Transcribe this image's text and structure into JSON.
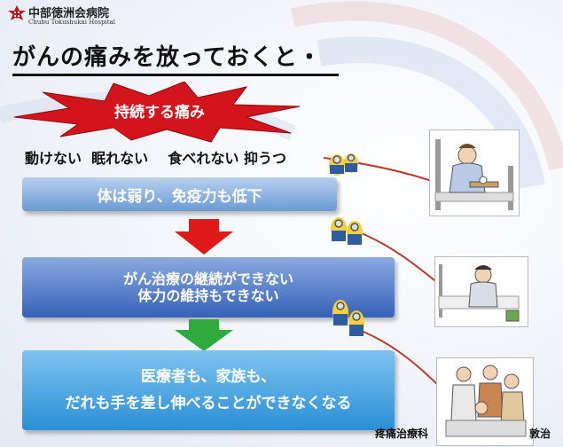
{
  "hospital": {
    "name": "中部徳洲会病院",
    "subtitle": "Chubu Tokushukai Hospital"
  },
  "title": "がんの痛みを放っておくと・",
  "burst_text": "持続する痛み",
  "symptoms": "動けない  眠れない    食べれない 抑うつ",
  "boxes": {
    "box1": "体は弱り、免疫力も低下",
    "box2_line1": "がん治療の継続ができない",
    "box2_line2": "体力の維持もできない",
    "box3_line1": "医療者も、家族も、",
    "box3_line2": "だれも手を差し伸べることができなくなる"
  },
  "footer": {
    "left": "疼痛治療科",
    "right": "敦治"
  },
  "icons": [
    "hospital-logo-icon",
    "burst-icon",
    "down-arrow-icon",
    "minion-icon",
    "patient-photo-icon"
  ],
  "colors": {
    "burst": "#d4141c",
    "arrow_red": "#e01a1a",
    "arrow_green": "#2faa3c",
    "box1": "#6a9ad4",
    "box2": "#3562b8",
    "box3": "#2a8fd6",
    "logo": "#c0121a"
  }
}
